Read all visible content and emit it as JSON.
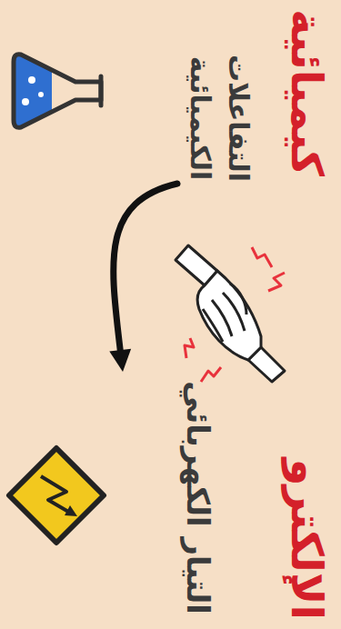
{
  "diagram": {
    "title": "الإلكترو كيميائية",
    "nodes": [
      {
        "text": [
          "التفاعلات الكيميائية"
        ]
      },
      {
        "text": [
          "التيار الكهربائي"
        ]
      }
    ],
    "edges": [
      {
        "from": 0,
        "to": 1,
        "arrow": "to"
      }
    ]
  }
}
